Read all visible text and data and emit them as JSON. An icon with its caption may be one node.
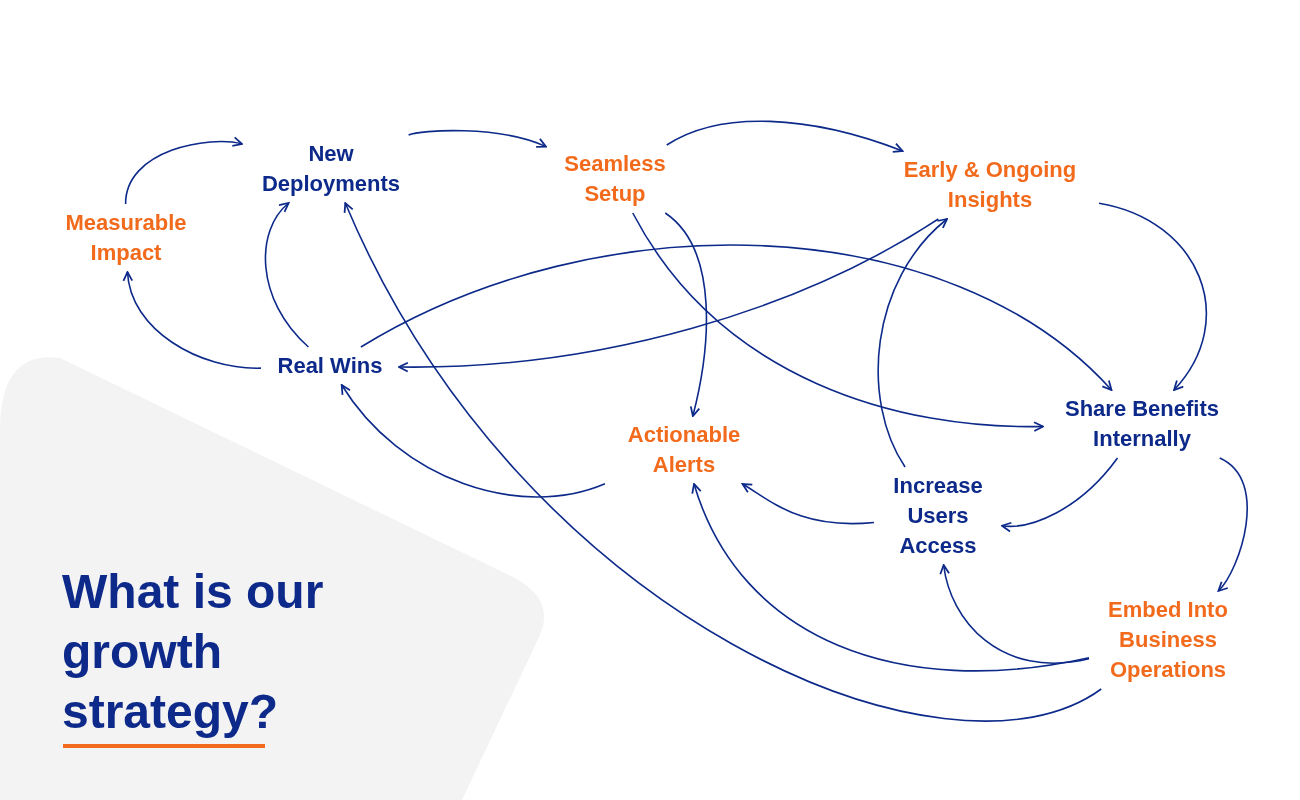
{
  "diagram": {
    "title": "What is our growth strategy?",
    "nodes": [
      {
        "text": [
          "Measurable Impact"
        ]
      },
      {
        "text": [
          "New Deployments"
        ]
      },
      {
        "text": [
          "Seamless Setup"
        ]
      },
      {
        "text": [
          "Early & Ongoing Insights"
        ]
      },
      {
        "text": [
          "Real Wins"
        ]
      },
      {
        "text": [
          "Share Benefits Internally"
        ]
      },
      {
        "text": [
          "Actionable Alerts"
        ]
      },
      {
        "text": [
          "Increase Users Access"
        ]
      },
      {
        "text": [
          "Embed Into Business Operations"
        ]
      }
    ],
    "edges": [
      {
        "from": 0,
        "to": 1,
        "arrow": "to"
      },
      {
        "from": 1,
        "to": 2,
        "arrow": "to"
      },
      {
        "from": 2,
        "to": 3,
        "arrow": "to"
      },
      {
        "from": 3,
        "to": 5,
        "arrow": "to"
      },
      {
        "from": 4,
        "to": 0,
        "arrow": "to"
      },
      {
        "from": 4,
        "to": 1,
        "arrow": "to"
      },
      {
        "from": 4,
        "to": 5,
        "arrow": "to"
      },
      {
        "from": 3,
        "to": 4,
        "arrow": "to"
      },
      {
        "from": 2,
        "to": 6,
        "arrow": "to"
      },
      {
        "from": 2,
        "to": 5,
        "arrow": "to"
      },
      {
        "from": 6,
        "to": 4,
        "arrow": "to"
      },
      {
        "from": 7,
        "to": 3,
        "arrow": "to"
      },
      {
        "from": 5,
        "to": 7,
        "arrow": "to"
      },
      {
        "from": 7,
        "to": 6,
        "arrow": "to"
      },
      {
        "from": 5,
        "to": 8,
        "arrow": "to"
      },
      {
        "from": 8,
        "to": 7,
        "arrow": "to"
      },
      {
        "from": 8,
        "to": 6,
        "arrow": "to"
      },
      {
        "from": 8,
        "to": 1,
        "arrow": "to"
      }
    ]
  }
}
